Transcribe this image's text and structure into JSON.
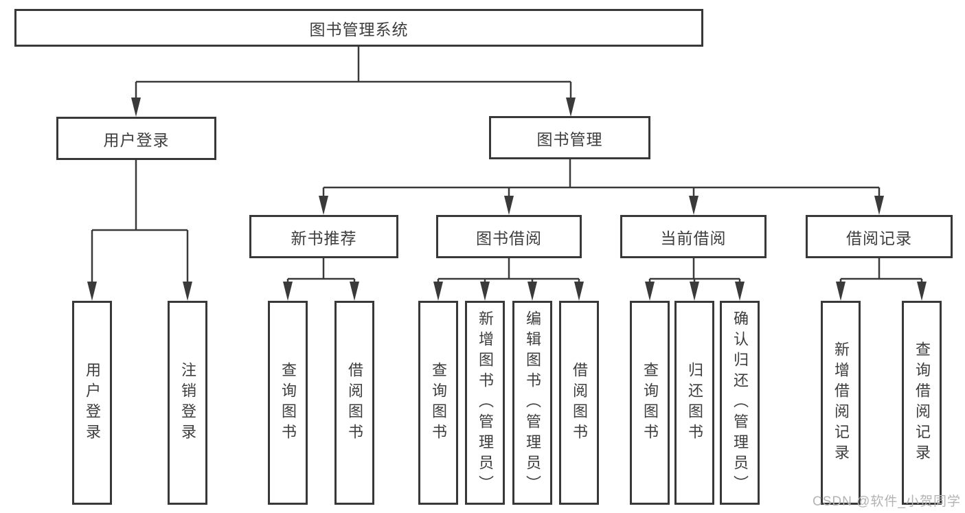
{
  "tree": {
    "label": "图书管理系统",
    "children": [
      {
        "label": "用户登录",
        "children": [
          {
            "label": "用户登录"
          },
          {
            "label": "注销登录"
          }
        ]
      },
      {
        "label": "图书管理",
        "children": [
          {
            "label": "新书推荐",
            "children": [
              {
                "label": "查询图书"
              },
              {
                "label": "借阅图书"
              }
            ]
          },
          {
            "label": "图书借阅",
            "children": [
              {
                "label": "查询图书"
              },
              {
                "label": "新增图书（管理员）"
              },
              {
                "label": "编辑图书（管理员）"
              },
              {
                "label": "借阅图书"
              }
            ]
          },
          {
            "label": "当前借阅",
            "children": [
              {
                "label": "查询图书"
              },
              {
                "label": "归还图书"
              },
              {
                "label": "确认归还（管理员）"
              }
            ]
          },
          {
            "label": "借阅记录",
            "children": [
              {
                "label": "新增借阅记录"
              },
              {
                "label": "查询借阅记录"
              }
            ]
          }
        ]
      }
    ]
  },
  "watermark": "CSDN @软件_小贺同学",
  "colors": {
    "line": "#3a3a3a",
    "border": "#383838",
    "text": "#3d3d3d",
    "watermark": "#b3b3b3",
    "background": "#ffffff"
  }
}
